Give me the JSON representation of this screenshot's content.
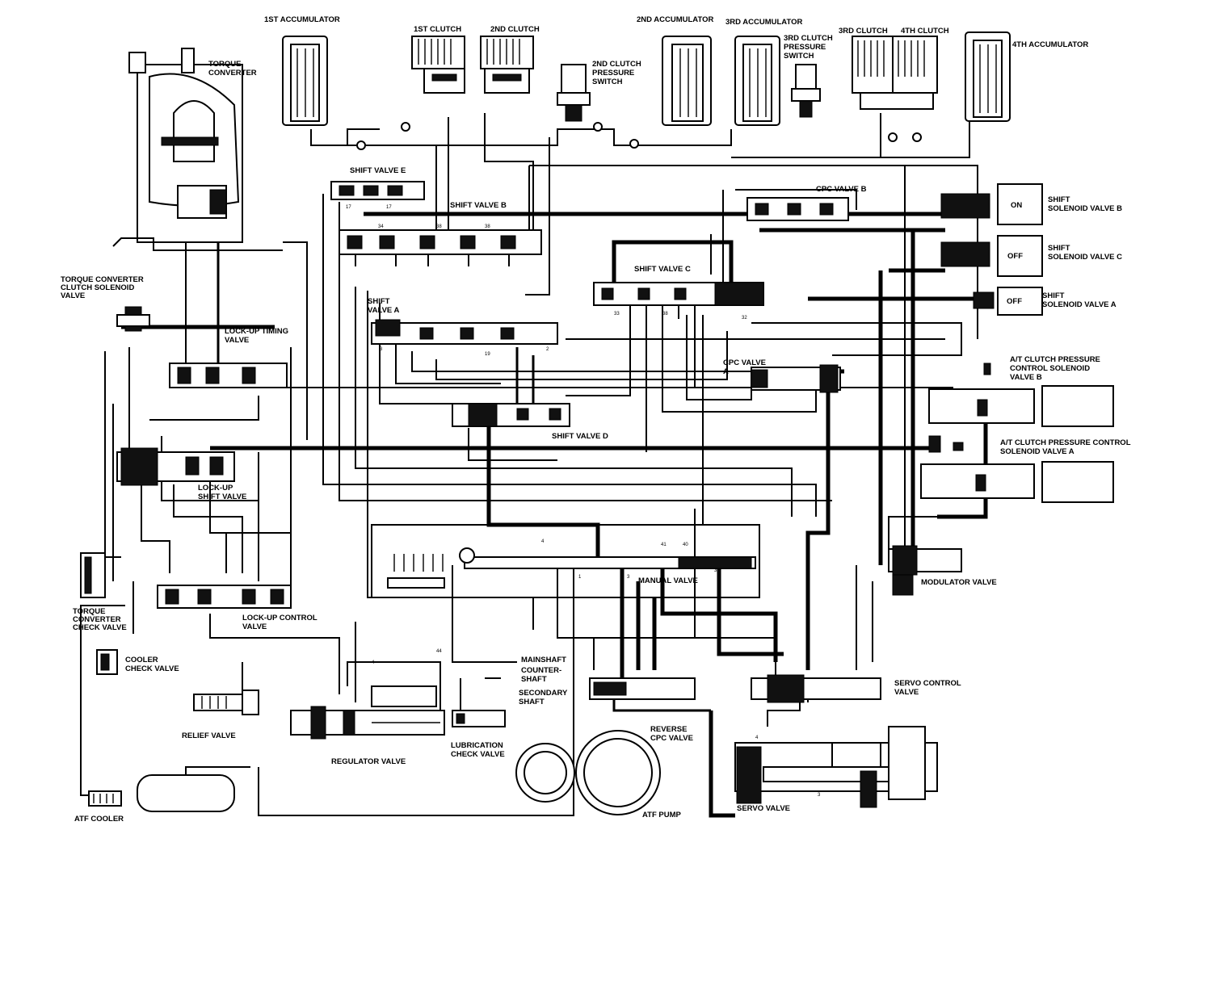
{
  "labels": {
    "torque_converter": [
      "TORQUE",
      "CONVERTER"
    ],
    "acc1": "1ST ACCUMULATOR",
    "clutch1": "1ST CLUTCH",
    "clutch2": "2ND CLUTCH",
    "clutch2_switch": [
      "2ND CLUTCH",
      "PRESSURE",
      "SWITCH"
    ],
    "acc2": "2ND ACCUMULATOR",
    "acc3": "3RD ACCUMULATOR",
    "clutch3_switch": [
      "3RD CLUTCH",
      "PRESSURE",
      "SWITCH"
    ],
    "clutch3": "3RD CLUTCH",
    "clutch4": "4TH CLUTCH",
    "acc4": "4TH ACCUMULATOR",
    "shift_valve_e": "SHIFT VALVE E",
    "shift_valve_b": "SHIFT VALVE B",
    "cpc_valve_b": "CPC VALVE B",
    "shift_solenoid_b": [
      "SHIFT",
      "SOLENOID VALVE B"
    ],
    "shift_solenoid_c": [
      "SHIFT",
      "SOLENOID VALVE C"
    ],
    "shift_solenoid_a": [
      "SHIFT",
      "SOLENOID VALVE A"
    ],
    "solenoid_states": {
      "b": "ON",
      "c": "OFF",
      "a": "OFF"
    },
    "tcc_solenoid": [
      "TORQUE CONVERTER",
      "CLUTCH SOLENOID",
      "VALVE"
    ],
    "shift_valve_c": "SHIFT VALVE C",
    "shift_valve_a": [
      "SHIFT",
      "VALVE A"
    ],
    "lockup_timing": [
      "LOCK-UP TIMING",
      "VALVE"
    ],
    "cpc_valve_a": [
      "CPC VALVE",
      "A"
    ],
    "at_cpc_solenoid_b": [
      "A/T CLUTCH PRESSURE",
      "CONTROL SOLENOID",
      "VALVE B"
    ],
    "shift_valve_d": "SHIFT VALVE D",
    "at_cpc_solenoid_a": [
      "A/T CLUTCH PRESSURE CONTROL",
      "SOLENOID VALVE A"
    ],
    "lockup_shift": [
      "LOCK-UP",
      "SHIFT VALVE"
    ],
    "manual_valve": "MANUAL VALVE",
    "modulator_valve": "MODULATOR VALVE",
    "tc_check": [
      "TORQUE",
      "CONVERTER",
      "CHECK VALVE"
    ],
    "lockup_control": [
      "LOCK-UP CONTROL",
      "VALVE"
    ],
    "cooler_check": [
      "COOLER",
      "CHECK VALVE"
    ],
    "mainshaft": "MAINSHAFT",
    "countershaft": [
      "COUNTER-",
      "SHAFT"
    ],
    "secondary_shaft": [
      "SECONDARY",
      "SHAFT"
    ],
    "servo_control": [
      "SERVO CONTROL",
      "VALVE"
    ],
    "relief_valve": "RELIEF VALVE",
    "regulator_valve": "REGULATOR VALVE",
    "lubrication_check": [
      "LUBRICATION",
      "CHECK VALVE"
    ],
    "reverse_cpc": [
      "REVERSE",
      "CPC VALVE"
    ],
    "atf_cooler": "ATF COOLER",
    "atf_pump": "ATF PUMP",
    "servo_valve": "SERVO VALVE"
  }
}
